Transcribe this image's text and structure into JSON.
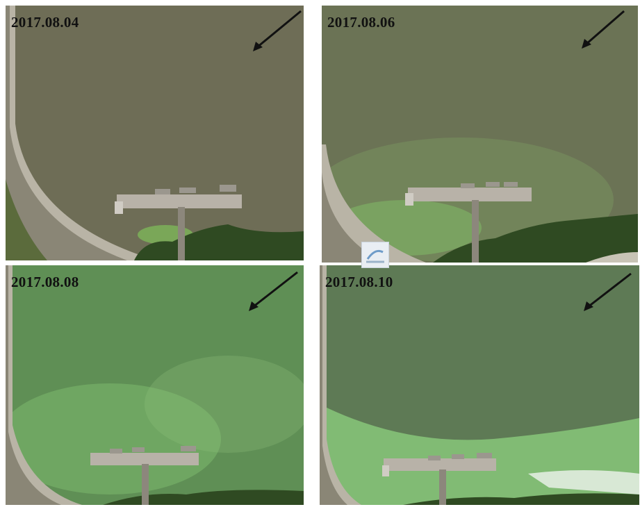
{
  "panels": [
    {
      "date": "2017.08.04",
      "water": "#6f6e55",
      "bloom": "#7fc15a"
    },
    {
      "date": "2017.08.06",
      "water": "#6b7355",
      "bloom": "#86c86a"
    },
    {
      "date": "2017.08.08",
      "water": "#5f8f55",
      "bloom": "#8fd07a"
    },
    {
      "date": "2017.08.10",
      "water": "#5e7a55",
      "bloom": "#8ed27f"
    }
  ],
  "icons": {
    "arrow": "wind-direction-arrow-icon",
    "watermark": "watermark-logo-icon"
  }
}
